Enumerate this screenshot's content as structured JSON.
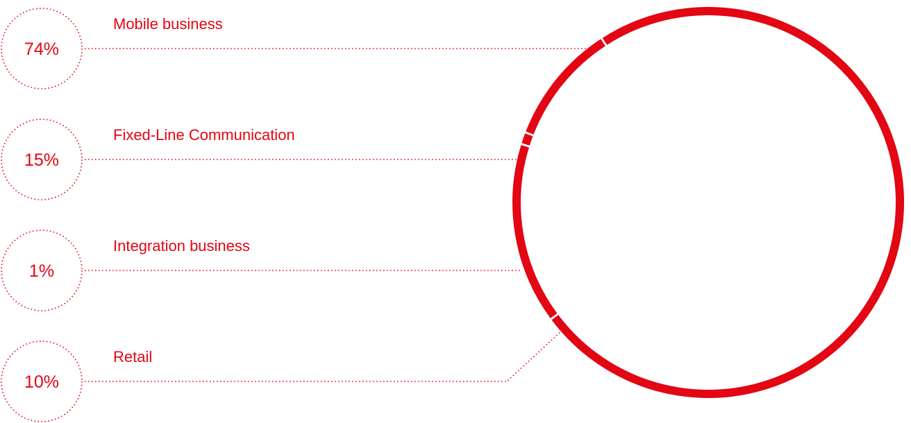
{
  "chart_data": {
    "type": "pie",
    "style": "ring",
    "color": "#E30613",
    "legend_placement": "left",
    "title": "",
    "categories": [
      "Mobile business",
      "Fixed-Line Communication",
      "Integration business",
      "Retail"
    ],
    "values": [
      74,
      15,
      1,
      10
    ],
    "value_labels": [
      "74%",
      "15%",
      "1%",
      "10%"
    ],
    "series": [
      {
        "name": "Mobile business",
        "value": 74,
        "label": "74%"
      },
      {
        "name": "Fixed-Line Communication",
        "value": 15,
        "label": "15%"
      },
      {
        "name": "Integration business",
        "value": 1,
        "label": "1%"
      },
      {
        "name": "Retail",
        "value": 10,
        "label": "10%"
      }
    ]
  }
}
